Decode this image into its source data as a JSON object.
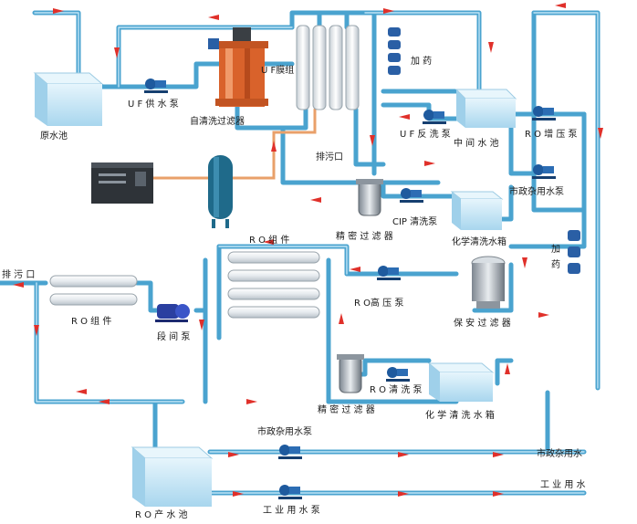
{
  "labels": {
    "raw_pool": "原水池",
    "uf_feed_pump": "U F 供 水 泵",
    "self_clean_filter": "自清洗过滤器",
    "uf_module": "U F膜组",
    "dosing_top": "加 药",
    "dosing_right": "加\n药",
    "mid_pool": "中 间 水 池",
    "uf_backwash_pump": "U F 反 洗 泵",
    "ro_booster_pump": "R O 增 压 泵",
    "municipal_pump_right": "市政杂用水泵",
    "drain_top": "排污口",
    "precision_filter_top": "精 密 过 滤 器",
    "cip_pump": "CIP 清洗泵",
    "chem_tank_top": "化学清洗水箱",
    "ro_module_mid": "R O 组 件",
    "drain_left": "排 污 口",
    "ro_module_left": "R O 组 件",
    "stage_pump": "段 间 泵",
    "ro_high_pump": "R O高 压 泵",
    "safety_filter": "保 安 过 滤 器",
    "ro_wash_pump": "R O 清 洗 泵",
    "precision_filter_bottom": "精 密 过 滤 器",
    "chem_tank_bottom": "化 学 清 洗 水 箱",
    "municipal_pump_bottom": "市政杂用水泵",
    "municipal_water": "市政杂用水",
    "industrial_water": "工 业 用 水",
    "ro_product_pool": "R O 产 水 池",
    "industrial_pump": "工 业 用 水 泵"
  },
  "colors": {
    "pipe": "#4aa3cf",
    "arrow": "#e0302a",
    "tank": "#bfe2f4",
    "pump": "#1e5a9e",
    "filter_orange": "#d9622b",
    "membrane": "#f2f4f6"
  },
  "icons": [
    "pump-icon",
    "filter-icon",
    "tank-icon",
    "compressor-icon",
    "dosing-icon",
    "membrane-icon",
    "arrow-icon"
  ]
}
